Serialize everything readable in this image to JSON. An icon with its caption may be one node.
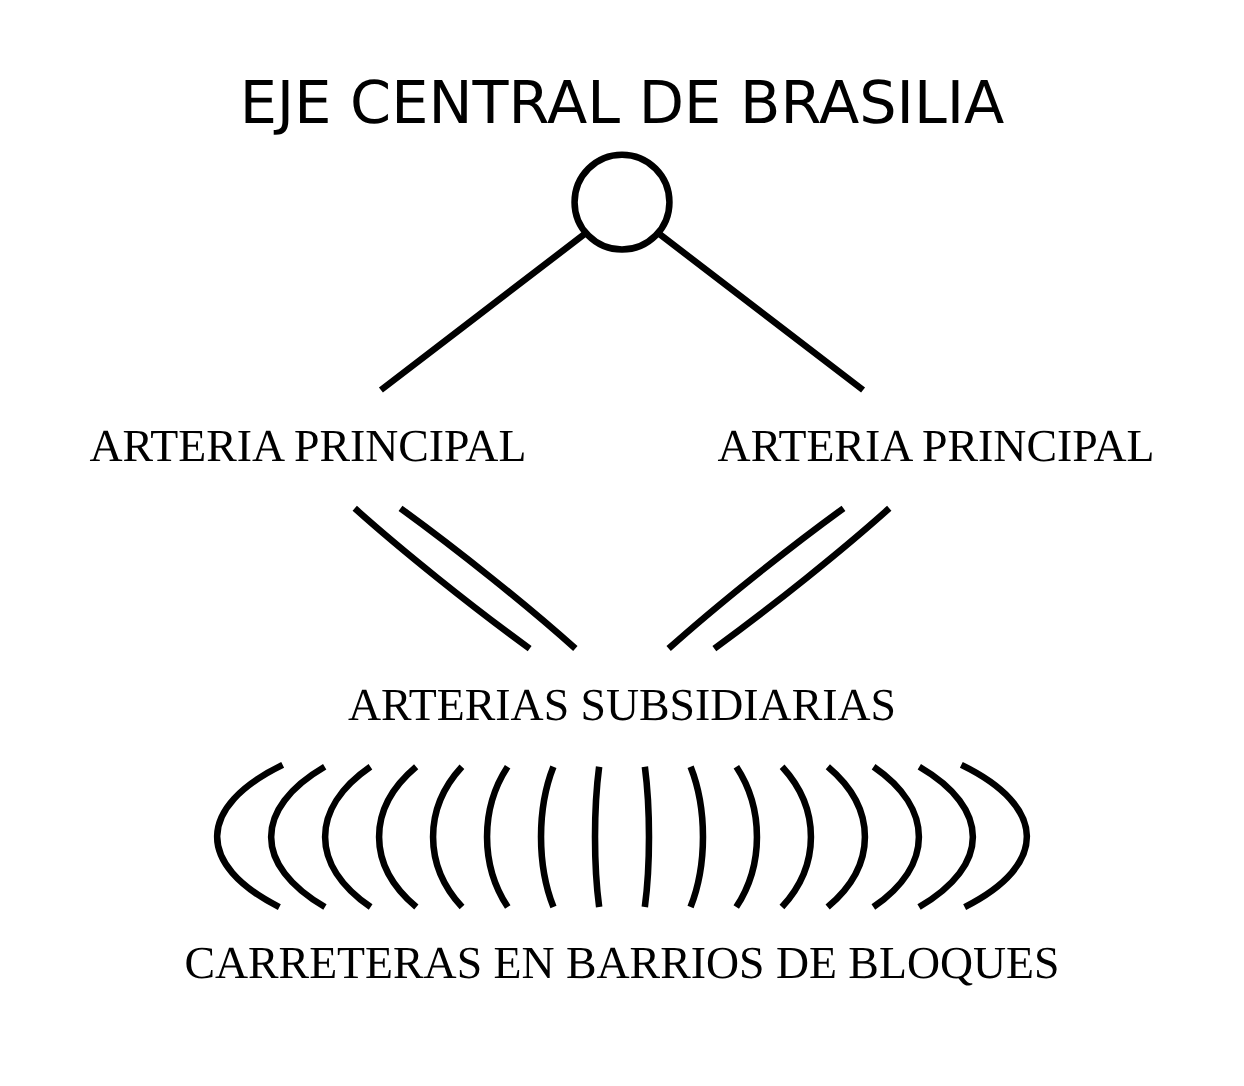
{
  "diagram": {
    "title": "EJE CENTRAL DE BRASILIA",
    "nodes": [
      {
        "text": [],
        "shape": "circle"
      },
      {
        "text": [
          "ARTERIA PRINCIPAL"
        ]
      },
      {
        "text": [
          "ARTERIA PRINCIPAL"
        ]
      },
      {
        "text": [
          "ARTERIAS SUBSIDIARIAS"
        ]
      },
      {
        "text": [
          "CARRETERAS EN BARRIOS DE BLOQUES"
        ]
      }
    ],
    "edges": [
      {
        "from": 0,
        "to": 1,
        "arrow": "none"
      },
      {
        "from": 0,
        "to": 2,
        "arrow": "none"
      },
      {
        "from": 1,
        "to": 3,
        "arrow": "none"
      },
      {
        "from": 1,
        "to": 3,
        "arrow": "none"
      },
      {
        "from": 2,
        "to": 3,
        "arrow": "none"
      },
      {
        "from": 2,
        "to": 3,
        "arrow": "none"
      },
      {
        "from": 3,
        "to": 4,
        "arrow": "none"
      },
      {
        "from": 3,
        "to": 4,
        "arrow": "none"
      },
      {
        "from": 3,
        "to": 4,
        "arrow": "none"
      },
      {
        "from": 3,
        "to": 4,
        "arrow": "none"
      },
      {
        "from": 3,
        "to": 4,
        "arrow": "none"
      },
      {
        "from": 3,
        "to": 4,
        "arrow": "none"
      },
      {
        "from": 3,
        "to": 4,
        "arrow": "none"
      },
      {
        "from": 3,
        "to": 4,
        "arrow": "none"
      },
      {
        "from": 3,
        "to": 4,
        "arrow": "none"
      },
      {
        "from": 3,
        "to": 4,
        "arrow": "none"
      },
      {
        "from": 3,
        "to": 4,
        "arrow": "none"
      },
      {
        "from": 3,
        "to": 4,
        "arrow": "none"
      },
      {
        "from": 3,
        "to": 4,
        "arrow": "none"
      },
      {
        "from": 3,
        "to": 4,
        "arrow": "none"
      },
      {
        "from": 3,
        "to": 4,
        "arrow": "none"
      },
      {
        "from": 3,
        "to": 4,
        "arrow": "none"
      }
    ]
  }
}
